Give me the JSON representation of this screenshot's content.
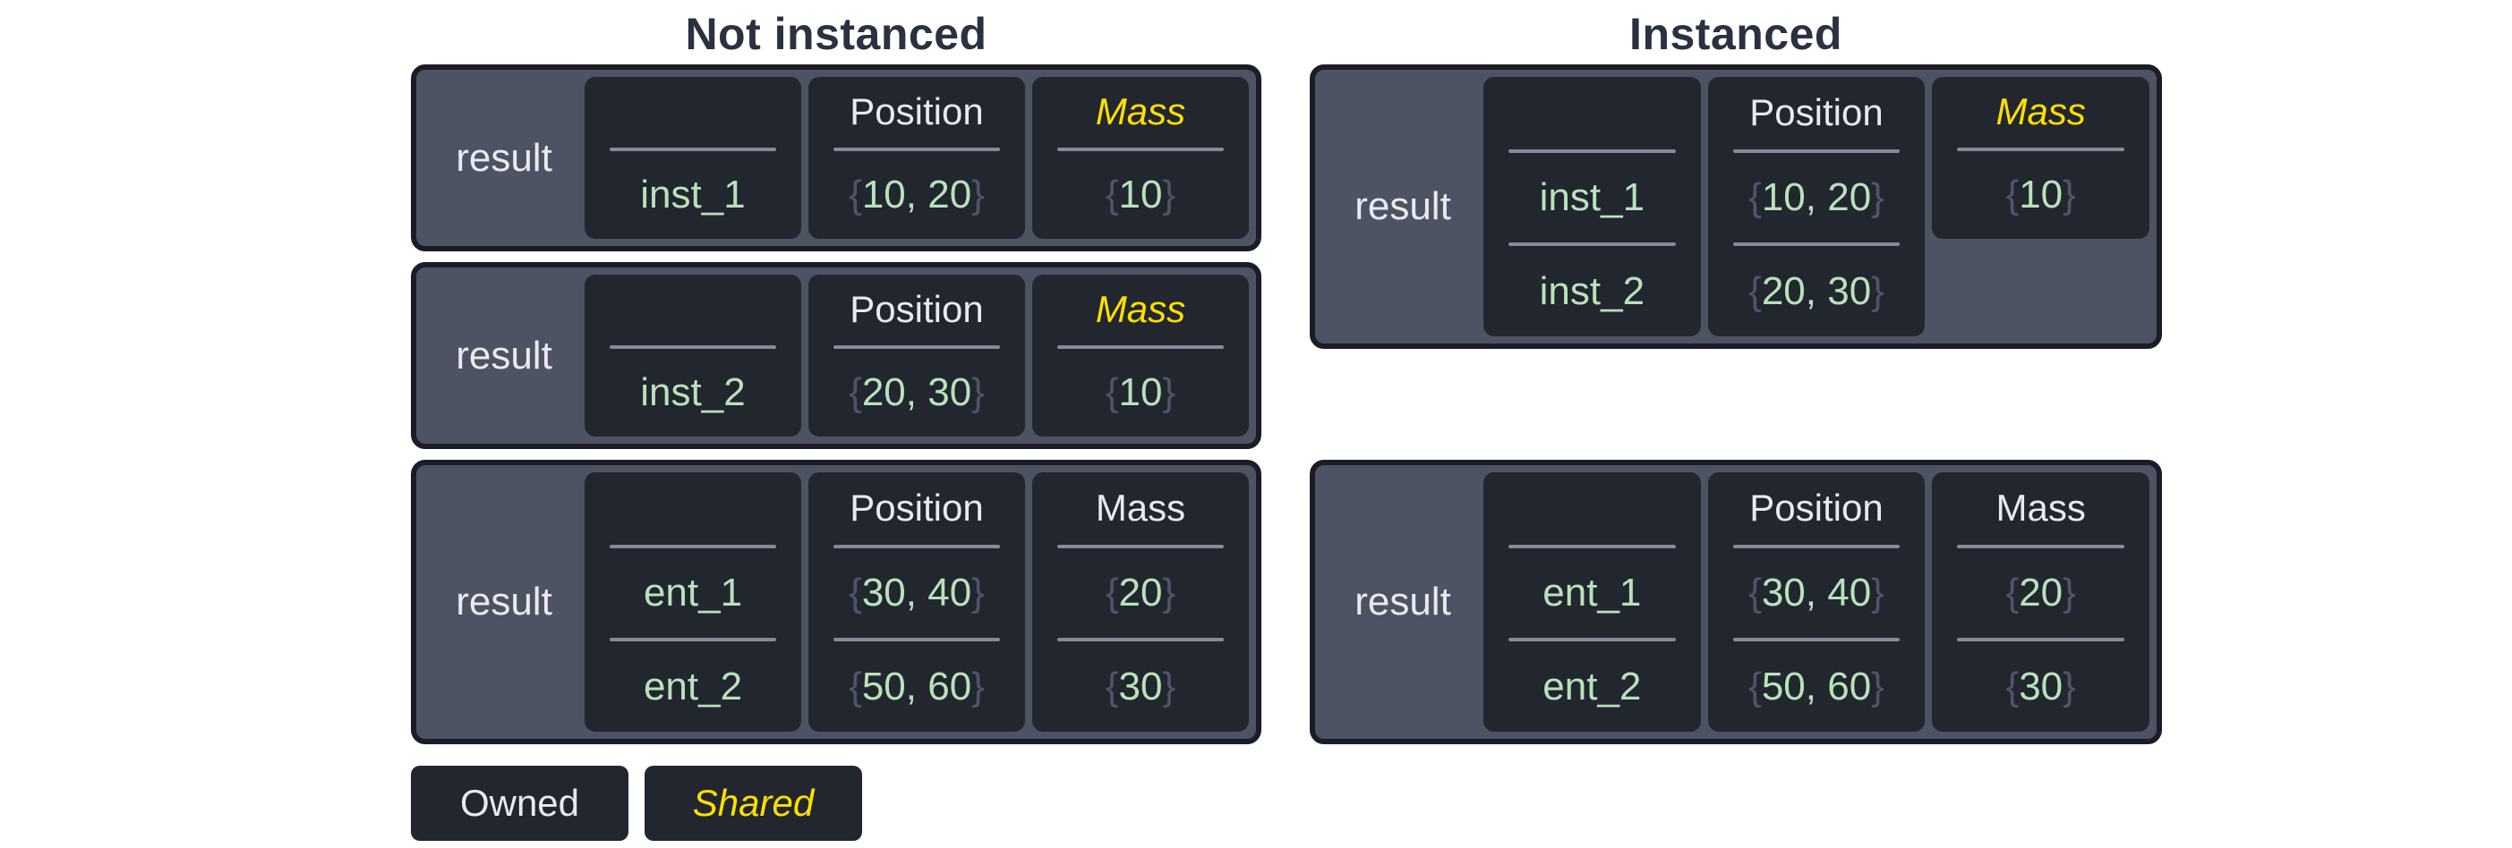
{
  "colors": {
    "background": "#ffffff",
    "title": "#2a3140",
    "table_bg": "#4d5362",
    "table_border": "#1a1d27",
    "cell_bg": "#22262f",
    "divider": "#848b99",
    "owned_text": "#e7eaf0",
    "shared_text": "#ffdf00",
    "value_text": "#b8e2ba",
    "brace_text": "#4e5566"
  },
  "symbols": {
    "brace_open": "{",
    "brace_close": "}"
  },
  "legend": {
    "items": [
      {
        "label": "Owned",
        "style": "owned"
      },
      {
        "label": "Shared",
        "style": "shared"
      }
    ]
  },
  "sections": [
    {
      "title": "Not instanced",
      "tables": [
        {
          "label": "result",
          "rows": 1,
          "columns": [
            {
              "header": "",
              "style": "owned",
              "type": "entity",
              "cells": [
                "inst_1"
              ]
            },
            {
              "header": "Position",
              "style": "owned",
              "type": "value",
              "cells": [
                "10, 20"
              ]
            },
            {
              "header": "Mass",
              "style": "shared",
              "type": "value",
              "cells": [
                "10"
              ]
            }
          ]
        },
        {
          "label": "result",
          "rows": 1,
          "columns": [
            {
              "header": "",
              "style": "owned",
              "type": "entity",
              "cells": [
                "inst_2"
              ]
            },
            {
              "header": "Position",
              "style": "owned",
              "type": "value",
              "cells": [
                "20, 30"
              ]
            },
            {
              "header": "Mass",
              "style": "shared",
              "type": "value",
              "cells": [
                "10"
              ]
            }
          ]
        },
        {
          "label": "result",
          "rows": 2,
          "columns": [
            {
              "header": "",
              "style": "owned",
              "type": "entity",
              "cells": [
                "ent_1",
                "ent_2"
              ]
            },
            {
              "header": "Position",
              "style": "owned",
              "type": "value",
              "cells": [
                "30, 40",
                "50, 60"
              ]
            },
            {
              "header": "Mass",
              "style": "owned",
              "type": "value",
              "cells": [
                "20",
                "30"
              ]
            }
          ]
        }
      ]
    },
    {
      "title": "Instanced",
      "tables": [
        {
          "label": "result",
          "rows": 2,
          "columns": [
            {
              "header": "",
              "style": "owned",
              "type": "entity",
              "cells": [
                "inst_1",
                "inst_2"
              ]
            },
            {
              "header": "Position",
              "style": "owned",
              "type": "value",
              "cells": [
                "10, 20",
                "20, 30"
              ]
            },
            {
              "header": "Mass",
              "style": "shared",
              "type": "value",
              "cells": [
                "10"
              ],
              "short": true
            }
          ]
        },
        {
          "label": "result",
          "rows": 2,
          "columns": [
            {
              "header": "",
              "style": "owned",
              "type": "entity",
              "cells": [
                "ent_1",
                "ent_2"
              ]
            },
            {
              "header": "Position",
              "style": "owned",
              "type": "value",
              "cells": [
                "30, 40",
                "50, 60"
              ]
            },
            {
              "header": "Mass",
              "style": "owned",
              "type": "value",
              "cells": [
                "20",
                "30"
              ]
            }
          ]
        }
      ]
    }
  ]
}
